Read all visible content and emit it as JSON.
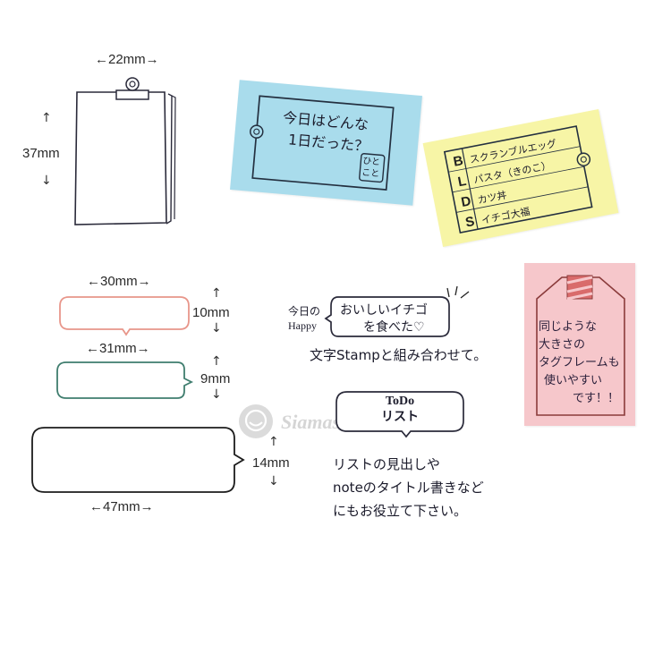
{
  "watermark": "Siamasehobbies",
  "clipboard_stamp": {
    "width_label": "←22mm→",
    "height_label": "37mm"
  },
  "blue_note": {
    "line1": "今日はどんな",
    "line2": "1日だった？",
    "badge_line1": "ひと",
    "badge_line2": "こと",
    "color": "#a9dcec"
  },
  "yellow_note": {
    "letters": [
      "B",
      "L",
      "D",
      "S"
    ],
    "items": [
      "スクランブルエッグ",
      "パスタ（きのこ）",
      "カツ丼",
      "イチゴ大福"
    ],
    "color": "#f7f5a6"
  },
  "balloon_pink": {
    "width_label": "←30mm→",
    "height_label": "10mm",
    "color": "#e8968a"
  },
  "balloon_green": {
    "width_label": "←31mm→",
    "height_label": "9mm",
    "color": "#3f7d6e"
  },
  "balloon_black": {
    "width_label": "←47mm→",
    "height_label": "14mm",
    "color": "#1c1c1c"
  },
  "example_happy": {
    "label_line1": "今日の",
    "label_line2": "Happy",
    "line1": "おいしいイチゴ",
    "line2": "を食べた♡"
  },
  "caption": "文字Stampと組み合わせて。",
  "todo": {
    "line1": "ToDo",
    "line2": "リスト"
  },
  "note_text": {
    "line1": "リストの見出しや",
    "line2": "noteのタイトル書きなど",
    "line3": "にもお役立て下さい。"
  },
  "pink_note": {
    "lines": [
      "同じような",
      "大きさの",
      "タグフレームも",
      "使いやすい",
      "です！！"
    ],
    "color": "#f6c7cb"
  }
}
